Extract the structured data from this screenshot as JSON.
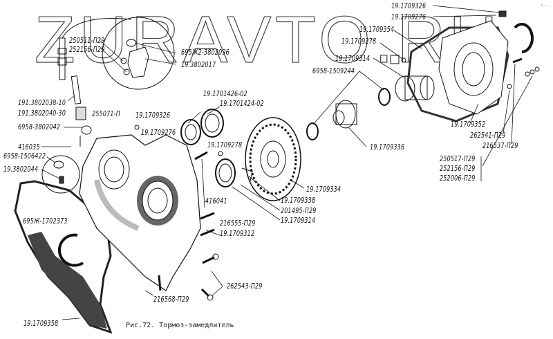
{
  "watermark": "ZURAVTO.RU",
  "corner_mark": "•- ---",
  "caption": "Рис.72. Тормоз-замедлитель",
  "labels": {
    "l_250511": "250511-П29",
    "l_252156": "252156-П29",
    "l_695zh2": "695Ж2-3802096",
    "l_193802017": "19.3802017",
    "l_191380203810": "191.3802038-10",
    "l_191380204030": "191.3802040-30",
    "l_255071": "255071-П",
    "l_6958_3802042": "6958-3802042",
    "l_416035": "416035",
    "l_6958_1506422": "6958-1506422",
    "l_193802044": "19.3802044",
    "l_695zh1702373": "695Ж-1702373",
    "l_191709358": "19.1709358",
    "l_191709326a": "19.1709326",
    "l_191709276a": "19.1709276",
    "l_191701426": "19.1701426-02",
    "l_191701424": "19.1701424-02",
    "l_191709278a": "19.1709278",
    "l_416041": "416041",
    "l_216555": "216555-П29",
    "l_191709312": "19.1709312",
    "l_262543": "262543-П29",
    "l_216568": "216568-П29",
    "l_191709334": "19.1709334",
    "l_191709338": "19.1709338",
    "l_201495": "201495-П29",
    "l_191709314b": "19.1709314",
    "l_191709326b": "19.1709326",
    "l_191709276b": "19.1709276",
    "l_191709354": "19.1709354",
    "l_191709278b": "19.1709278",
    "l_191709314a": "19.1709314",
    "l_6958_1509244": "6958-1509244",
    "l_191709336": "19.1709336",
    "l_191709352": "19.1709352",
    "l_262541": "262541-П29",
    "l_216537": "216537-П29",
    "l_250517": "250517-П29",
    "l_252156b": "252156-П29",
    "l_252006": "252006-П29"
  }
}
